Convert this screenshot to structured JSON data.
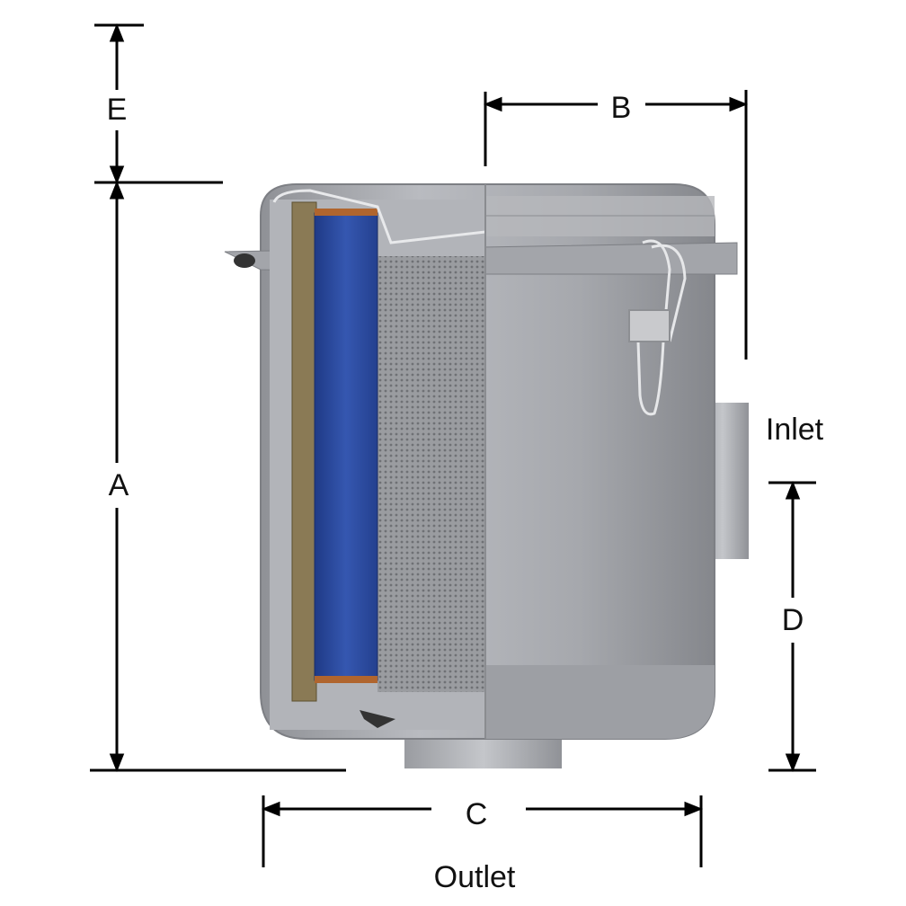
{
  "diagram": {
    "dimension_labels": {
      "E": "E",
      "B": "B",
      "A": "A",
      "D": "D",
      "C": "C"
    },
    "port_labels": {
      "inlet": "Inlet",
      "outlet": "Outlet"
    },
    "colors": {
      "housing": "#a9abb0",
      "filter_media": "#2c4a9a",
      "gasket": "#8a7a55",
      "mesh": "#8d8f93",
      "dimension_lines": "#000000"
    }
  }
}
